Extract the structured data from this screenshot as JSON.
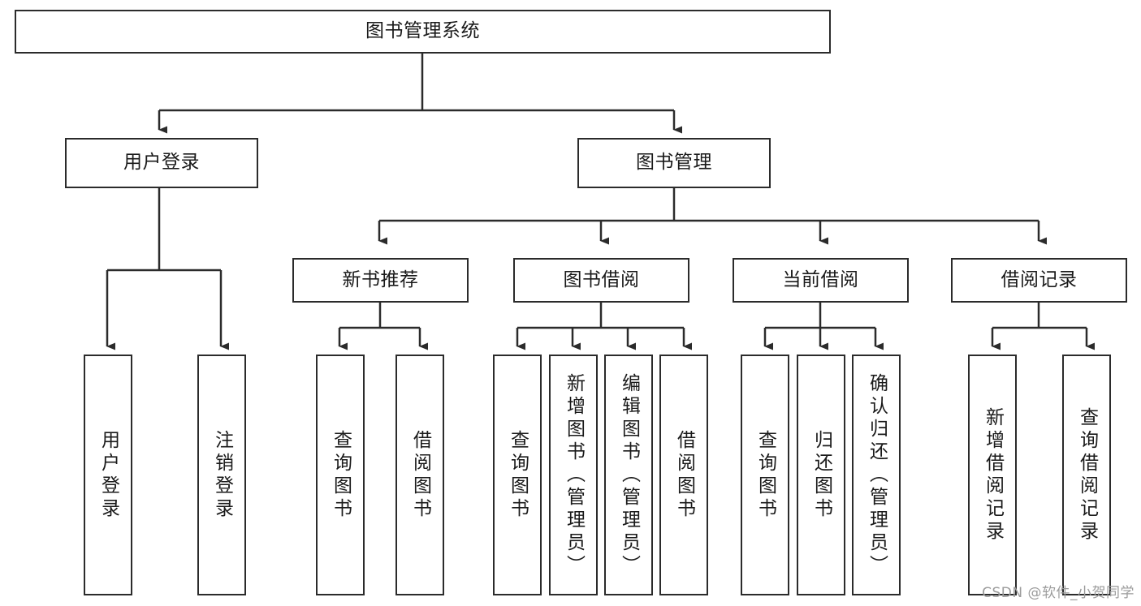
{
  "diagram": {
    "type": "tree-hierarchy-flowchart",
    "title": "图书管理系统",
    "orientation": "top-down",
    "background_color": "#ffffff",
    "node_border_color": "#2b2b2b",
    "node_fill_color": "#ffffff",
    "text_color": "#1a1a1a",
    "levels": 4,
    "nodes": {
      "root": {
        "label": "图书管理系统",
        "level": 1
      },
      "n_user_login": {
        "label": "用户登录",
        "level": 2
      },
      "n_book_manage": {
        "label": "图书管理",
        "level": 2
      },
      "n_new_book_rec": {
        "label": "新书推荐",
        "level": 3
      },
      "n_book_borrow": {
        "label": "图书借阅",
        "level": 3
      },
      "n_current_borrow": {
        "label": "当前借阅",
        "level": 3
      },
      "n_borrow_record": {
        "label": "借阅记录",
        "level": 3
      },
      "l_user_login": {
        "label": "用户登录",
        "level": 3,
        "vertical": true
      },
      "l_user_logout": {
        "label": "注销登录",
        "level": 3,
        "vertical": true
      },
      "l_query_book_1": {
        "label": "查询图书",
        "level": 4,
        "vertical": true
      },
      "l_borrow_book_1": {
        "label": "借阅图书",
        "level": 4,
        "vertical": true
      },
      "l_query_book_2": {
        "label": "查询图书",
        "level": 4,
        "vertical": true
      },
      "l_add_book": {
        "label": "新增图书（管理员）",
        "level": 4,
        "vertical": true
      },
      "l_edit_book": {
        "label": "编辑图书（管理员）",
        "level": 4,
        "vertical": true
      },
      "l_borrow_book_2": {
        "label": "借阅图书",
        "level": 4,
        "vertical": true
      },
      "l_query_book_3": {
        "label": "查询图书",
        "level": 4,
        "vertical": true
      },
      "l_return_book": {
        "label": "归还图书",
        "level": 4,
        "vertical": true
      },
      "l_confirm_return": {
        "label": "确认归还（管理员）",
        "level": 4,
        "vertical": true
      },
      "l_add_record": {
        "label": "新增借阅记录",
        "level": 4,
        "vertical": true
      },
      "l_query_record": {
        "label": "查询借阅记录",
        "level": 4,
        "vertical": true
      }
    },
    "edges": [
      {
        "from": "root",
        "to": "n_user_login"
      },
      {
        "from": "root",
        "to": "n_book_manage"
      },
      {
        "from": "n_user_login",
        "to": "l_user_login"
      },
      {
        "from": "n_user_login",
        "to": "l_user_logout"
      },
      {
        "from": "n_book_manage",
        "to": "n_new_book_rec"
      },
      {
        "from": "n_book_manage",
        "to": "n_book_borrow"
      },
      {
        "from": "n_book_manage",
        "to": "n_current_borrow"
      },
      {
        "from": "n_book_manage",
        "to": "n_borrow_record"
      },
      {
        "from": "n_new_book_rec",
        "to": "l_query_book_1"
      },
      {
        "from": "n_new_book_rec",
        "to": "l_borrow_book_1"
      },
      {
        "from": "n_book_borrow",
        "to": "l_query_book_2"
      },
      {
        "from": "n_book_borrow",
        "to": "l_add_book"
      },
      {
        "from": "n_book_borrow",
        "to": "l_edit_book"
      },
      {
        "from": "n_book_borrow",
        "to": "l_borrow_book_2"
      },
      {
        "from": "n_current_borrow",
        "to": "l_query_book_3"
      },
      {
        "from": "n_current_borrow",
        "to": "l_return_book"
      },
      {
        "from": "n_current_borrow",
        "to": "l_confirm_return"
      },
      {
        "from": "n_borrow_record",
        "to": "l_add_record"
      },
      {
        "from": "n_borrow_record",
        "to": "l_query_record"
      }
    ]
  },
  "watermark": {
    "text": "CSDN @软件_小贺同学"
  }
}
